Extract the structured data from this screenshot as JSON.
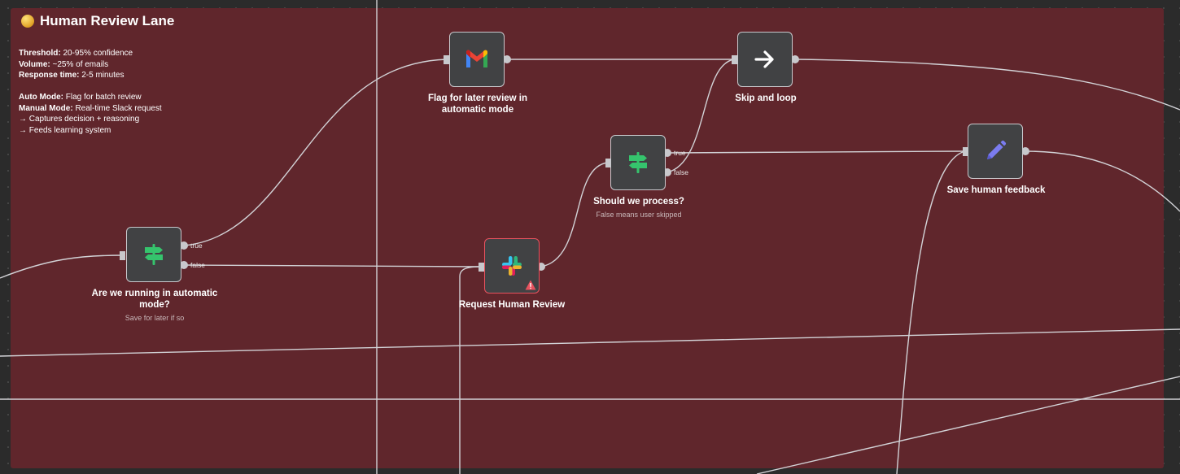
{
  "sticky": {
    "title": "Human Review Lane",
    "lines": [
      {
        "label": "Threshold:",
        "text": " 20-95% confidence"
      },
      {
        "label": "Volume:",
        "text": " ~25% of emails"
      },
      {
        "label": "Response time:",
        "text": " 2-5 minutes"
      },
      {
        "label": "",
        "text": ""
      },
      {
        "label": "Auto Mode:",
        "text": " Flag for batch review"
      },
      {
        "label": "Manual Mode:",
        "text": " Real-time Slack request"
      },
      {
        "label": "",
        "text": "→ Captures decision + reasoning"
      },
      {
        "label": "",
        "text": "→ Feeds learning system"
      }
    ]
  },
  "nodes": {
    "auto_mode_check": {
      "title": "Are we running in automatic mode?",
      "subtitle": "Save for later if so",
      "icon": "signpost-icon",
      "true_label": "true",
      "false_label": "false"
    },
    "flag_review": {
      "title": "Flag for later review in automatic mode",
      "icon": "gmail-icon"
    },
    "request_review": {
      "title": "Request Human Review",
      "icon": "slack-icon",
      "status": "warning"
    },
    "should_process": {
      "title": "Should we process?",
      "subtitle": "False means user skipped",
      "icon": "signpost-icon",
      "true_label": "true",
      "false_label": "false"
    },
    "skip_loop": {
      "title": "Skip and loop",
      "icon": "arrow-right-icon"
    },
    "save_feedback": {
      "title": "Save human feedback",
      "icon": "pencil-icon"
    }
  },
  "colors": {
    "sticky_bg": "#60262c",
    "node_bg": "#414244",
    "node_border": "#c8c8cc",
    "error_border": "#e8525e",
    "signpost": "#35c46d",
    "pencil": "#7b7cf0"
  }
}
